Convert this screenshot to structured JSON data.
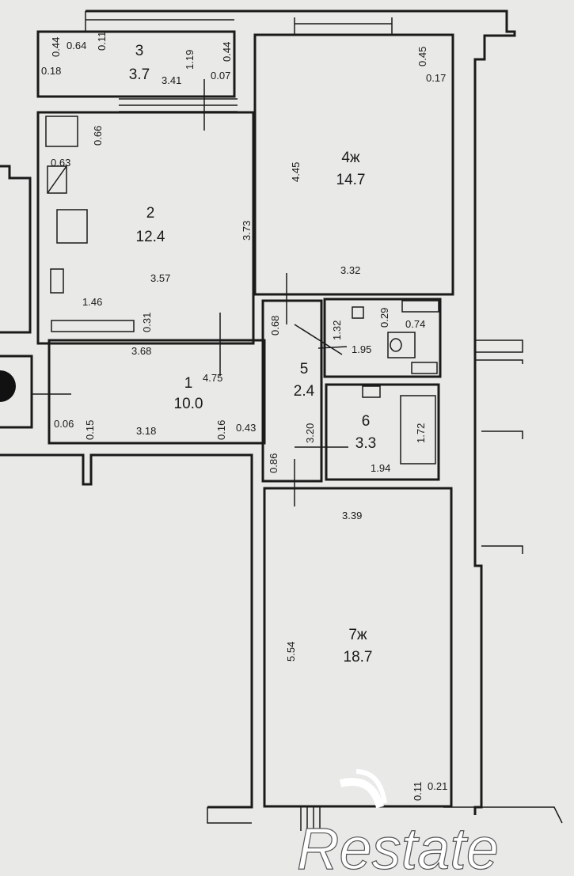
{
  "rooms": [
    {
      "id": "3",
      "area": "3.7"
    },
    {
      "id": "2",
      "area": "12.4"
    },
    {
      "id": "4ж",
      "area": "14.7"
    },
    {
      "id": "1",
      "area": "10.0"
    },
    {
      "id": "5",
      "area": "2.4"
    },
    {
      "id": "6",
      "area": "3.3"
    },
    {
      "id": "7ж",
      "area": "18.7"
    }
  ],
  "dimensions": {
    "r3_044a": "0.44",
    "r3_064": "0.64",
    "r3_011": "0.11",
    "r3_044b": "0.44",
    "r3_018": "0.18",
    "r3_119": "1.19",
    "r3_341": "3.41",
    "r3_007": "0.07",
    "r2_066": "0.66",
    "r2_063": "0.63",
    "r2_373": "3.73",
    "r2_357": "3.57",
    "r2_146": "1.46",
    "r2_031": "0.31",
    "r2_368": "3.68",
    "r4_045": "0.45",
    "r4_017": "0.17",
    "r4_445": "4.45",
    "r4_332": "3.32",
    "c_068": "0.68",
    "c_132": "1.32",
    "c_029": "0.29",
    "c_074": "0.74",
    "c_195": "1.95",
    "r1_475": "4.75",
    "r1_006": "0.06",
    "r1_015": "0.15",
    "r1_318": "3.18",
    "r1_016": "0.16",
    "r1_043": "0.43",
    "r5_320": "3.20",
    "r5_086": "0.86",
    "r6_172": "1.72",
    "r6_194": "1.94",
    "r7_339": "3.39",
    "r7_554": "5.54",
    "r7_011": "0.11",
    "r7_021": "0.21"
  },
  "watermark": "Restate"
}
